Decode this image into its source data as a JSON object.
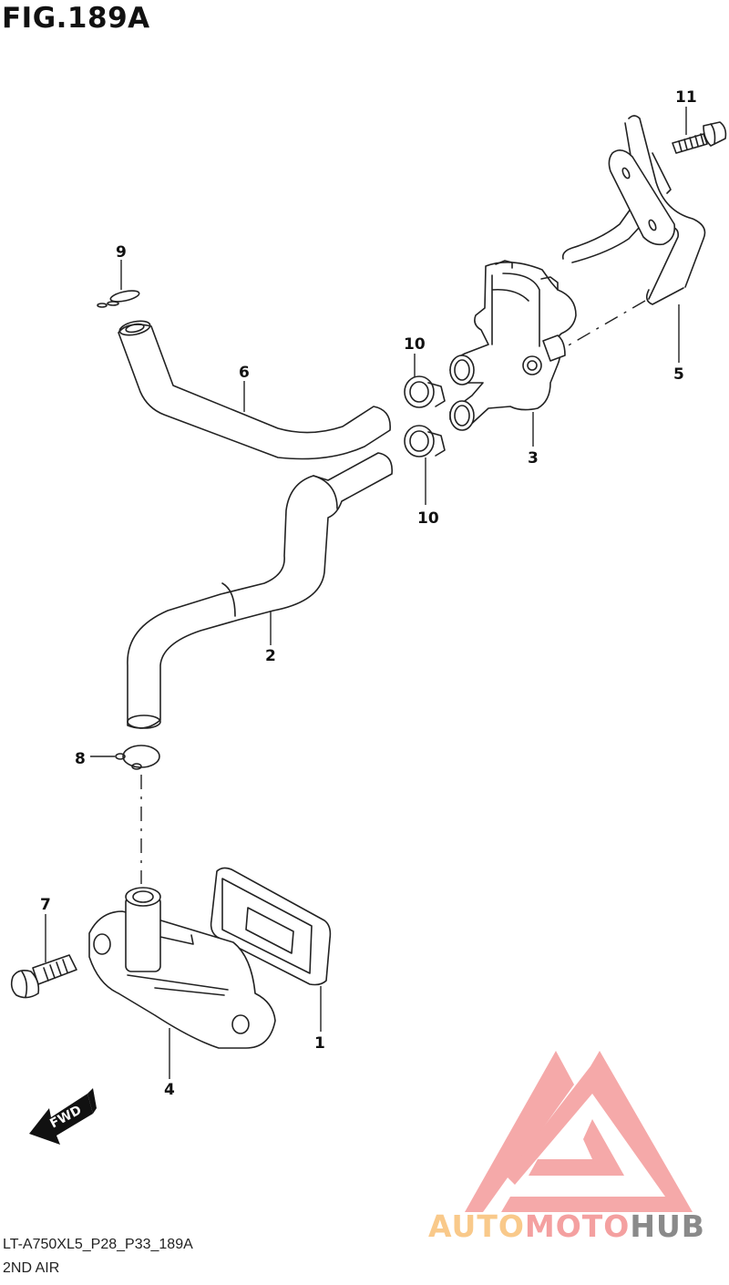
{
  "figure": {
    "title": "FIG.189A",
    "model_code": "LT-A750XL5_P28_P33_189A",
    "section_name": "2ND AIR"
  },
  "callouts": {
    "c1": "1",
    "c2": "2",
    "c3": "3",
    "c4": "4",
    "c5": "5",
    "c6": "6",
    "c7": "7",
    "c8": "8",
    "c9": "9",
    "c10a": "10",
    "c10b": "10",
    "c11": "11"
  },
  "parts": [
    {
      "ref": "1",
      "name": "gasket"
    },
    {
      "ref": "2",
      "name": "hose"
    },
    {
      "ref": "3",
      "name": "valve"
    },
    {
      "ref": "4",
      "name": "pipe-bracket"
    },
    {
      "ref": "5",
      "name": "pipe"
    },
    {
      "ref": "6",
      "name": "hose"
    },
    {
      "ref": "7",
      "name": "bolt"
    },
    {
      "ref": "8",
      "name": "clamp"
    },
    {
      "ref": "9",
      "name": "clamp"
    },
    {
      "ref": "10",
      "name": "clamp"
    },
    {
      "ref": "11",
      "name": "bolt"
    }
  ],
  "fwd_indicator": {
    "label": "FWD"
  },
  "watermark": {
    "part1": "AUTO",
    "part2": "MOTO",
    "part3": "HUB",
    "colors": {
      "part1": "#f9c98a",
      "part2": "#f4a0a0",
      "part3": "#8a8a8a",
      "logo": "#f4a0a0"
    }
  }
}
